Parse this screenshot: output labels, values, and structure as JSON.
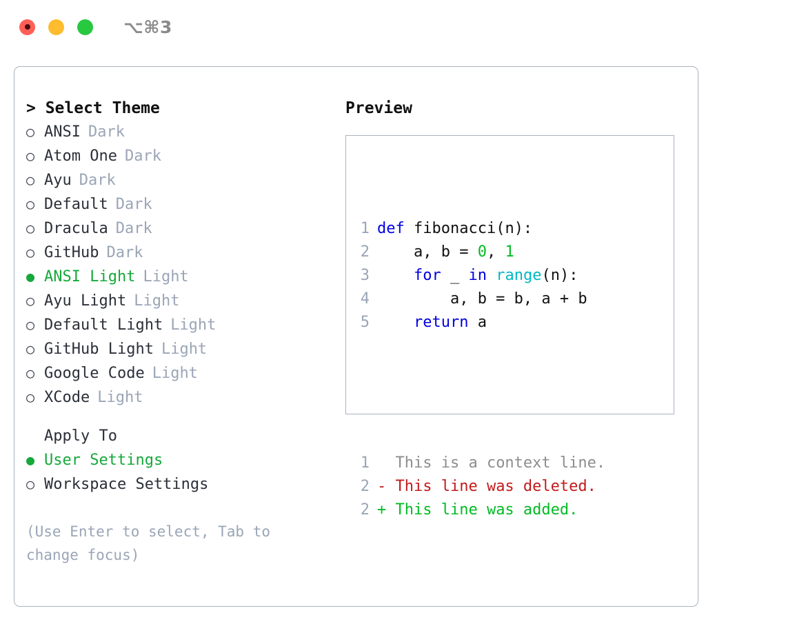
{
  "titlebar": {
    "shortcut": "⌥⌘3",
    "lights": [
      {
        "name": "close",
        "color": "#ff5f57"
      },
      {
        "name": "minimize",
        "color": "#febc2e"
      },
      {
        "name": "maximize",
        "color": "#28c840"
      }
    ]
  },
  "theme_picker": {
    "header": "> Select Theme",
    "items": [
      {
        "bullet": "○",
        "label": "ANSI",
        "suffix": "Dark",
        "selected": false
      },
      {
        "bullet": "○",
        "label": "Atom One",
        "suffix": "Dark",
        "selected": false
      },
      {
        "bullet": "○",
        "label": "Ayu",
        "suffix": "Dark",
        "selected": false
      },
      {
        "bullet": "○",
        "label": "Default",
        "suffix": "Dark",
        "selected": false
      },
      {
        "bullet": "○",
        "label": "Dracula",
        "suffix": "Dark",
        "selected": false
      },
      {
        "bullet": "○",
        "label": "GitHub",
        "suffix": "Dark",
        "selected": false
      },
      {
        "bullet": "●",
        "label": "ANSI Light",
        "suffix": "Light",
        "selected": true
      },
      {
        "bullet": "○",
        "label": "Ayu Light",
        "suffix": "Light",
        "selected": false
      },
      {
        "bullet": "○",
        "label": "Default Light",
        "suffix": "Light",
        "selected": false
      },
      {
        "bullet": "○",
        "label": "GitHub Light",
        "suffix": "Light",
        "selected": false
      },
      {
        "bullet": "○",
        "label": "Google Code",
        "suffix": "Light",
        "selected": false
      },
      {
        "bullet": "○",
        "label": "XCode",
        "suffix": "Light",
        "selected": false
      }
    ]
  },
  "apply_to": {
    "label": "Apply To",
    "items": [
      {
        "bullet": "●",
        "label": "User Settings",
        "selected": true
      },
      {
        "bullet": "○",
        "label": "Workspace Settings",
        "selected": false
      }
    ]
  },
  "hint": "(Use Enter to select, Tab to change focus)",
  "preview": {
    "title": "Preview",
    "code_lines": [
      {
        "no": "1",
        "tokens": [
          {
            "t": "def",
            "c": "kw"
          },
          {
            "t": " fibonacci(n):",
            "c": "txt"
          }
        ]
      },
      {
        "no": "2",
        "tokens": [
          {
            "t": "    a, b = ",
            "c": "txt"
          },
          {
            "t": "0",
            "c": "num"
          },
          {
            "t": ", ",
            "c": "txt"
          },
          {
            "t": "1",
            "c": "num"
          }
        ]
      },
      {
        "no": "3",
        "tokens": [
          {
            "t": "    ",
            "c": "txt"
          },
          {
            "t": "for",
            "c": "kw"
          },
          {
            "t": " _ ",
            "c": "txt"
          },
          {
            "t": "in",
            "c": "kw"
          },
          {
            "t": " ",
            "c": "txt"
          },
          {
            "t": "range",
            "c": "fn"
          },
          {
            "t": "(n):",
            "c": "txt"
          }
        ]
      },
      {
        "no": "4",
        "tokens": [
          {
            "t": "        a, b = b, a + b",
            "c": "txt"
          }
        ]
      },
      {
        "no": "5",
        "tokens": [
          {
            "t": "    ",
            "c": "txt"
          },
          {
            "t": "return",
            "c": "kw"
          },
          {
            "t": " a",
            "c": "txt"
          }
        ]
      }
    ],
    "diff_lines": [
      {
        "no": "1",
        "marker": " ",
        "text": " This is a context line.",
        "kind": "ctx"
      },
      {
        "no": "2",
        "marker": "-",
        "text": " This line was deleted.",
        "kind": "del"
      },
      {
        "no": "2",
        "marker": "+",
        "text": " This line was added.",
        "kind": "add"
      }
    ]
  },
  "colors": {
    "accent_green": "#15a83a",
    "muted": "#9aa5b6",
    "keyword": "#0000e0",
    "function": "#00b9c7",
    "number": "#00bb22",
    "diff_delete": "#c21a1a",
    "diff_add": "#00bb22",
    "border": "#aab2c0"
  }
}
